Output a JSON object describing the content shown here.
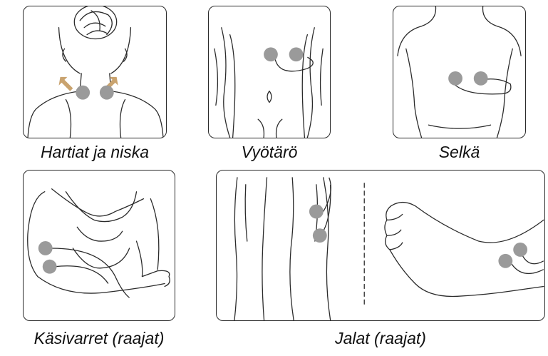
{
  "captions": {
    "shoulders": "Hartiat ja niska",
    "waist": "Vyötärö",
    "back": "Selkä",
    "arms": "Käsivarret (raajat)",
    "legs": "Jalat (raajat)"
  },
  "colors": {
    "pad": "#9a9a9a",
    "arrow": "#c9a36f",
    "outline": "#2a2a2a"
  }
}
